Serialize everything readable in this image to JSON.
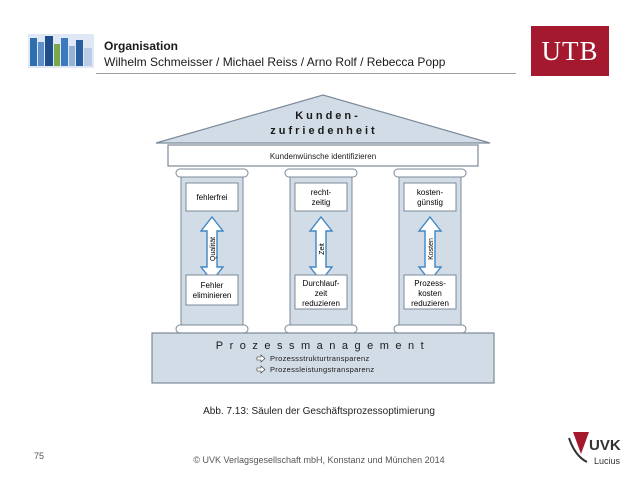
{
  "header": {
    "title": "Organisation",
    "authors": "Wilhelm Schmeisser / Michael Reiss / Arno Rolf / Rebecca Popp",
    "publisher_logo_text": "UTB",
    "colors": {
      "brand": "#a5192e",
      "accent": "#2f6fb0"
    }
  },
  "diagram": {
    "roof_line1": "Kunden-",
    "roof_line2": "zufriedenheit",
    "architrave": "Kundenwünsche identifizieren",
    "pillars": [
      {
        "top_line1": "fehlerfrei",
        "top_line2": "",
        "axis": "Qualität",
        "bottom_line1": "Fehler",
        "bottom_line2": "eliminieren",
        "bottom_line3": ""
      },
      {
        "top_line1": "recht-",
        "top_line2": "zeitig",
        "axis": "Zeit",
        "bottom_line1": "Durchlauf-",
        "bottom_line2": "zeit",
        "bottom_line3": "reduzieren"
      },
      {
        "top_line1": "kosten-",
        "top_line2": "günstig",
        "axis": "Kosten",
        "bottom_line1": "Prozess-",
        "bottom_line2": "kosten",
        "bottom_line3": "reduzieren"
      }
    ],
    "base_title": "Prozessmanagement",
    "base_items": [
      "Prozessstrukturtransparenz",
      "Prozessleistungstransparenz"
    ],
    "bullet_icon": "outline-right-arrow"
  },
  "caption": "Abb. 7.13: Säulen der Geschäftsprozessoptimierung",
  "footer": {
    "page_number": "75",
    "copyright": "© UVK Verlagsgesellschaft mbH, Konstanz und München 2014",
    "logo_line1": "UVK",
    "logo_line2": "Lucius"
  }
}
